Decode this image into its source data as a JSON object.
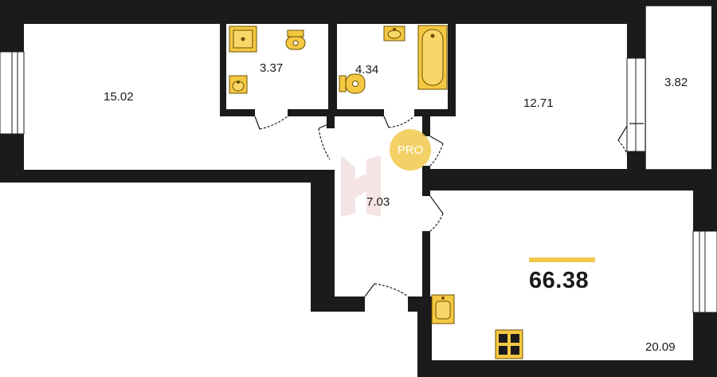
{
  "rooms": [
    {
      "id": "room-left",
      "area": "15.02"
    },
    {
      "id": "bathroom-small",
      "area": "3.37"
    },
    {
      "id": "bathroom-main",
      "area": "4.34"
    },
    {
      "id": "room-right",
      "area": "12.71"
    },
    {
      "id": "balcony",
      "area": "3.82"
    },
    {
      "id": "hallway",
      "area": "7.03"
    },
    {
      "id": "kitchen-living",
      "area": "20.09"
    }
  ],
  "total_area": "66.38",
  "badge": "PRO",
  "colors": {
    "wall": "#1b1b1b",
    "fixture": "#f5c842",
    "fixture_stroke": "#6b5000",
    "accent": "#f2c94c",
    "door_line": "#1b1b1b",
    "watermark": "#f4e2e2"
  }
}
